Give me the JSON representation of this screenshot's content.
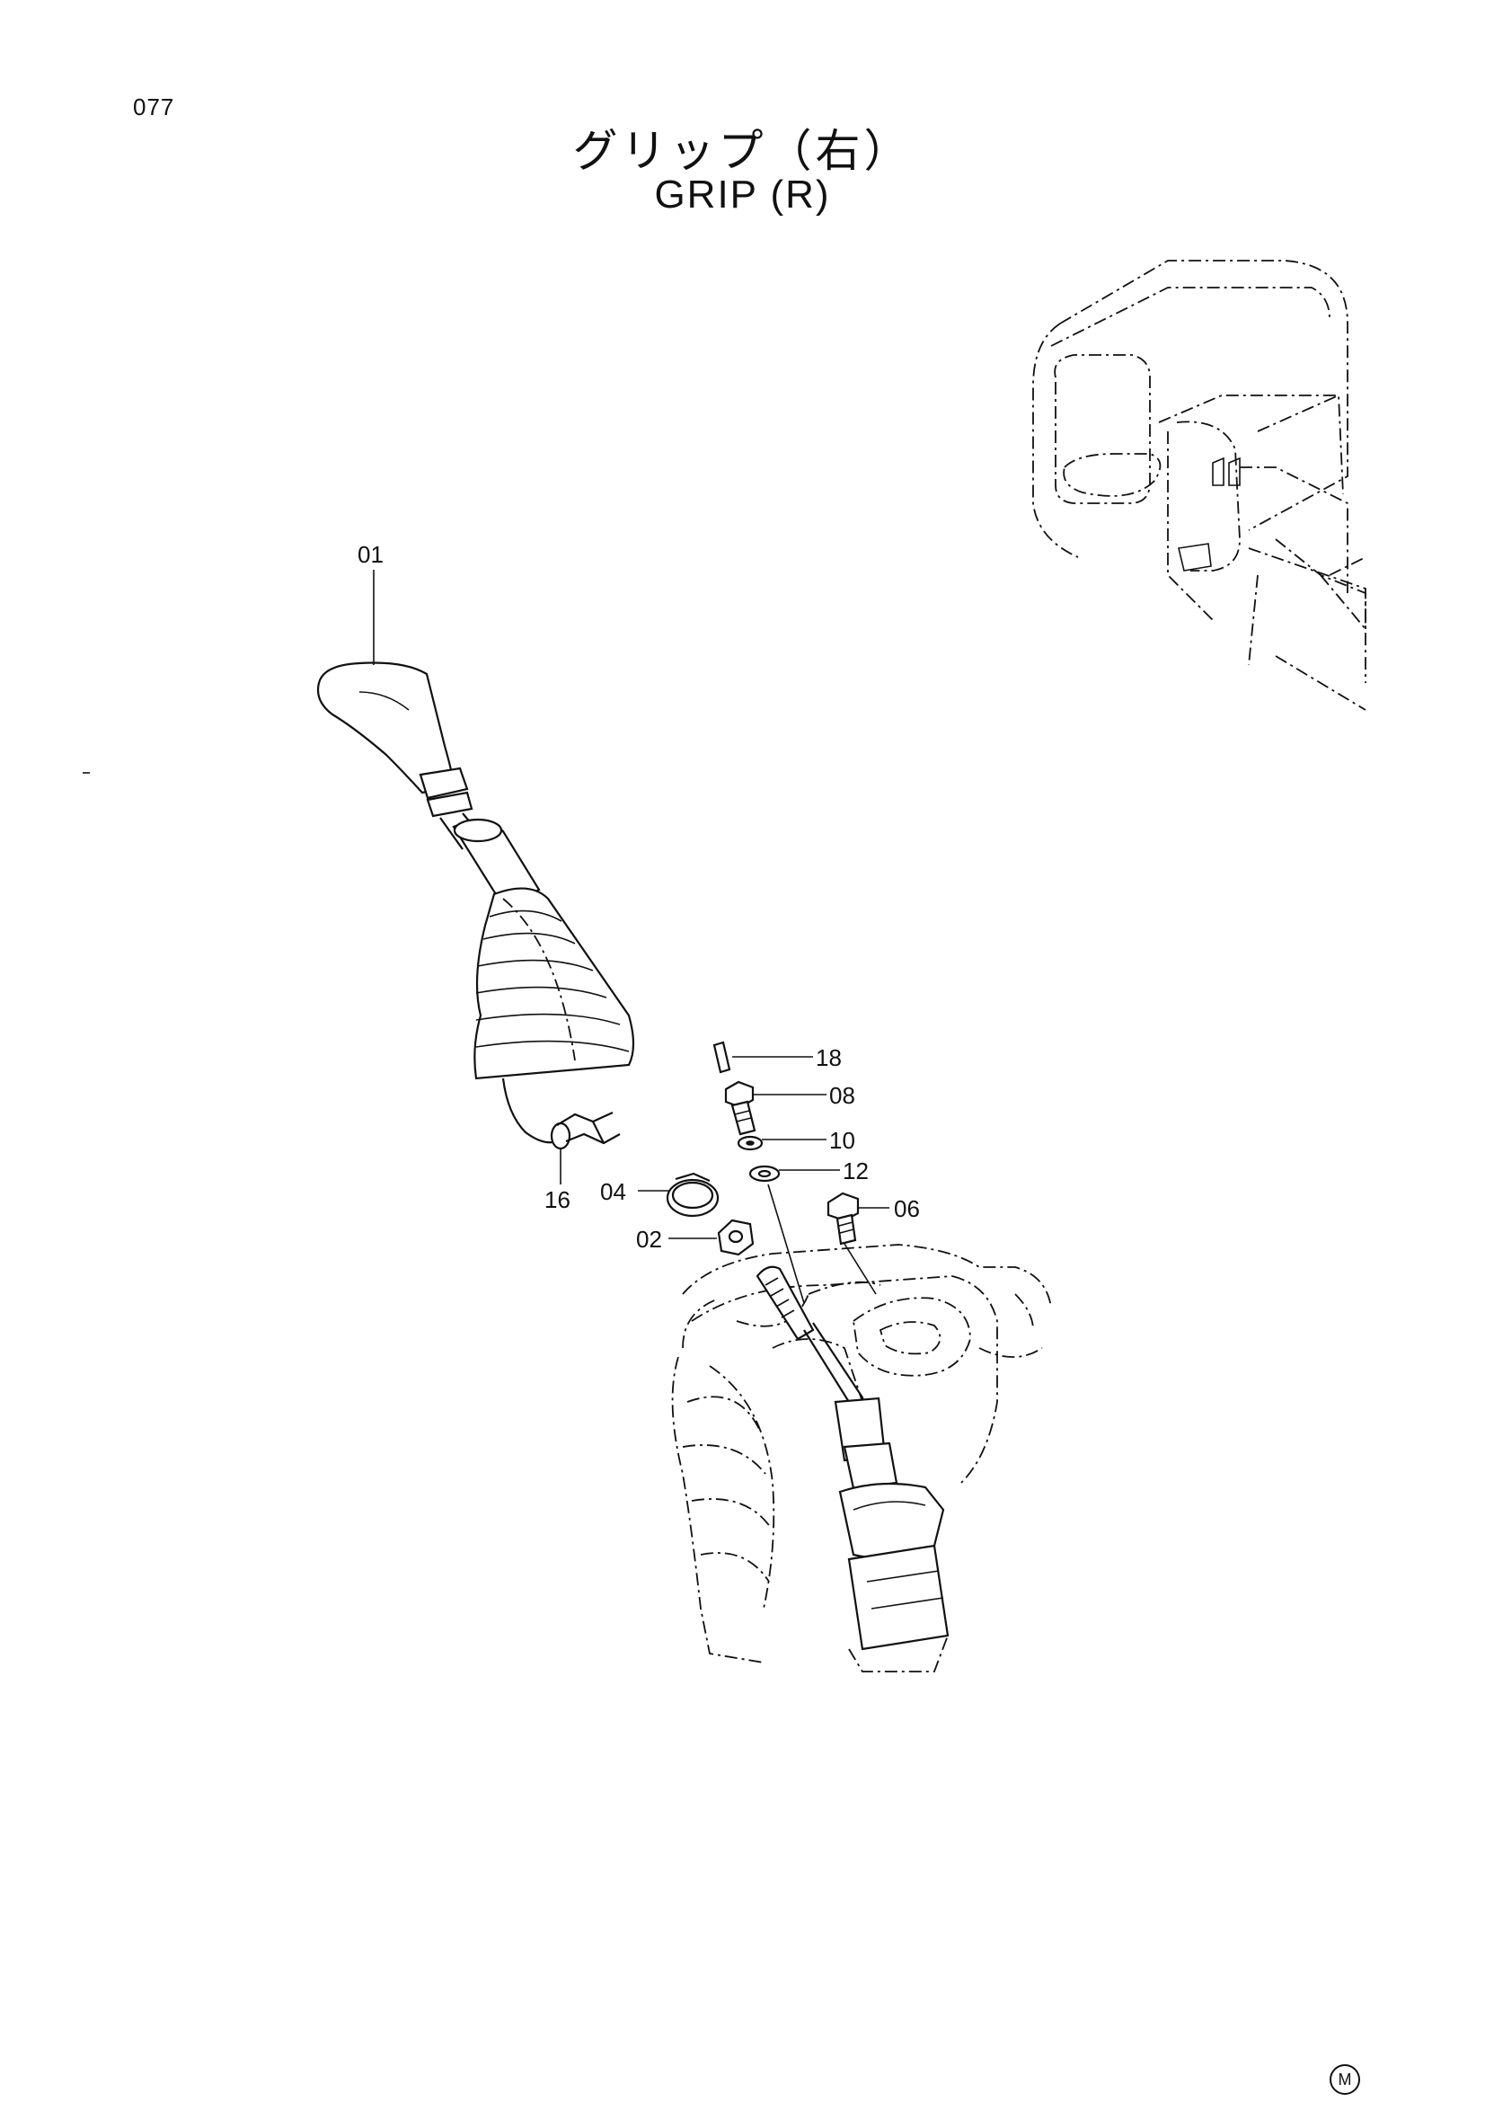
{
  "page_number": "077",
  "title_jp": "グリップ（右）",
  "title_en": "GRIP (R)",
  "mark": "M",
  "callouts": [
    "01",
    "02",
    "04",
    "06",
    "08",
    "10",
    "12",
    "16",
    "18"
  ]
}
